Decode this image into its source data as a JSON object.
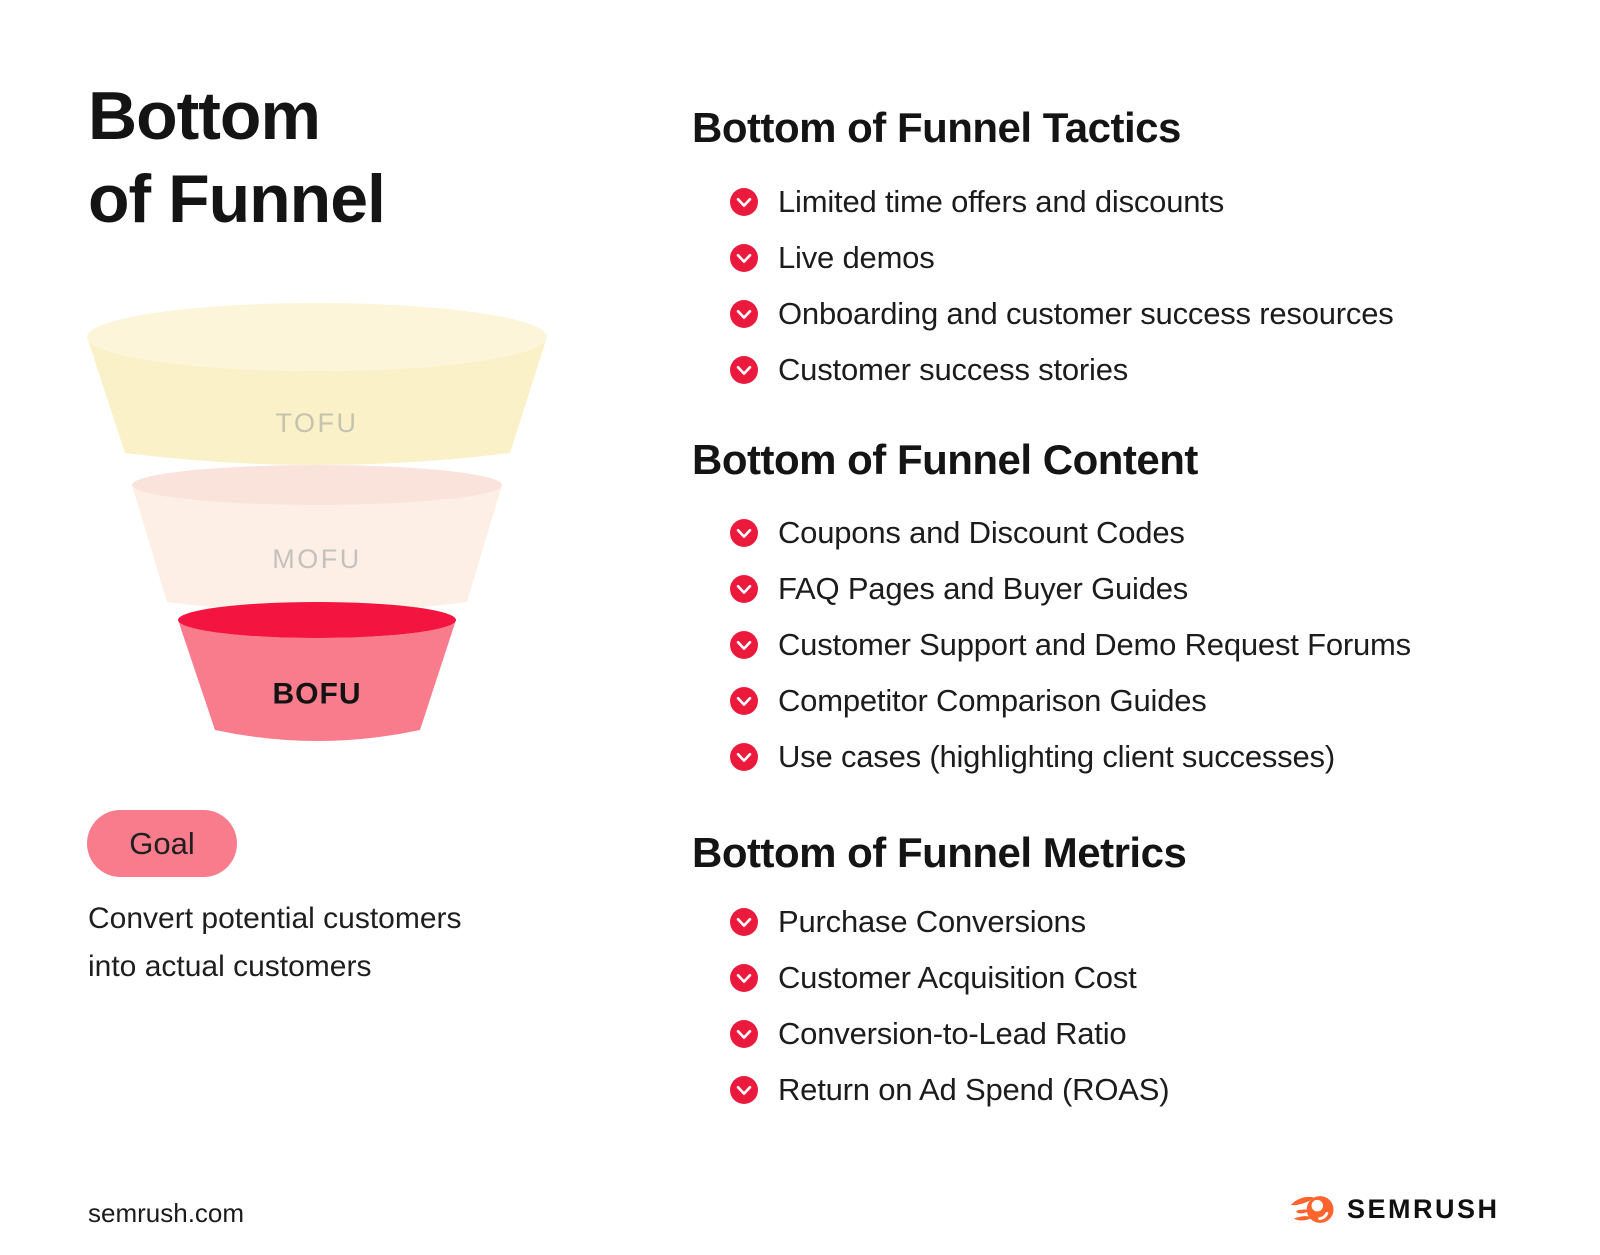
{
  "title": {
    "line1": "Bottom",
    "line2": "of Funnel"
  },
  "funnel": {
    "stages": [
      {
        "id": "tofu",
        "label": "TOFU",
        "top_color": "#FCF5D9",
        "body_color": "#FAF1C9",
        "label_color": "#C5C2AE"
      },
      {
        "id": "mofu",
        "label": "MOFU",
        "top_color": "#FAE3DB",
        "body_color": "#FDEFE6",
        "label_color": "#C4C1BD"
      },
      {
        "id": "bofu",
        "label": "BOFU",
        "top_color": "#F3143F",
        "body_color": "#F97C8D",
        "label_color": "#131313"
      }
    ]
  },
  "goal": {
    "badge_label": "Goal",
    "badge_color": "#F97C8D",
    "description": [
      "Convert potential customers",
      "into actual customers"
    ]
  },
  "sections": [
    {
      "heading": "Bottom of Funnel Tactics",
      "items": [
        "Limited time offers and discounts",
        "Live demos",
        "Onboarding and customer success resources",
        "Customer success stories"
      ]
    },
    {
      "heading": "Bottom of Funnel Content",
      "items": [
        "Coupons and Discount Codes",
        "FAQ Pages and Buyer Guides",
        "Customer Support and Demo Request Forums",
        "Competitor Comparison Guides",
        "Use cases (highlighting client successes)"
      ]
    },
    {
      "heading": "Bottom of Funnel Metrics",
      "items": [
        "Purchase Conversions",
        "Customer Acquisition Cost",
        "Conversion-to-Lead Ratio",
        "Return on Ad Spend (ROAS)"
      ]
    }
  ],
  "footer": {
    "site": "semrush.com",
    "brand": "SEMRUSH"
  },
  "icons": {
    "bullet": "check-circle-icon",
    "brand": "semrush-flame-icon"
  },
  "colors": {
    "check_icon": "#EB1A3C",
    "brand_orange": "#FF642D",
    "text_primary": "#1B1B1B"
  }
}
